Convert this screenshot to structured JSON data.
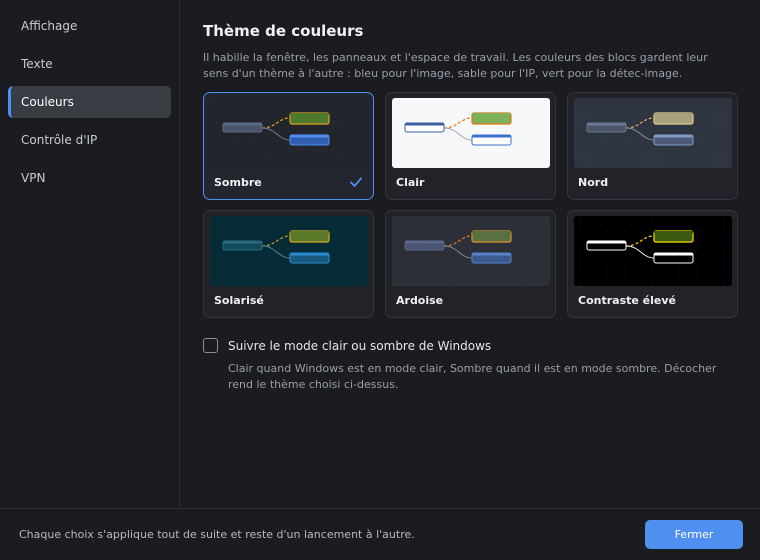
{
  "sidebar": {
    "items": [
      {
        "label": "Affichage"
      },
      {
        "label": "Texte"
      },
      {
        "label": "Couleurs"
      },
      {
        "label": "Contrôle d'IP"
      },
      {
        "label": "VPN"
      }
    ],
    "active_index": 2
  },
  "main": {
    "title": "Thème de couleurs",
    "description": "Il habille la fenêtre, les panneaux et l'espace de travail. Les couleurs des blocs gardent leur sens d'un thème à l'autre : bleu pour l'image, sable pour l'IP, vert pour la détec-image."
  },
  "themes": [
    {
      "label": "Sombre",
      "selected": true,
      "bg": "#23252c",
      "dot": "#2f323a",
      "node": "#4a556b",
      "node_border": "#5b6a85",
      "line": "#7a7f8a",
      "amber": "#e0a020",
      "green_fill": "#4e7a2e",
      "green_border": "#e0a020",
      "blue_fill": "#2f5fae",
      "blue_border": "#4f8ff0"
    },
    {
      "label": "Clair",
      "selected": false,
      "bg": "#f7f8fa",
      "dot": "#e4e6ea",
      "node": "#ffffff",
      "node_border": "#3b5fa0",
      "line": "#9aa0aa",
      "amber": "#e07a10",
      "green_fill": "#7fb05a",
      "green_border": "#e07a10",
      "blue_fill": "#ffffff",
      "blue_border": "#3b6fd0"
    },
    {
      "label": "Nord",
      "selected": false,
      "bg": "#2e3440",
      "dot": "#3b4252",
      "node": "#4c566a",
      "node_border": "#6a7a96",
      "line": "#8a93a4",
      "amber": "#d8b070",
      "green_fill": "#a3a07a",
      "green_border": "#e8c890",
      "blue_fill": "#4c5a78",
      "blue_border": "#7f9cc8"
    },
    {
      "label": "Solarisé",
      "selected": false,
      "bg": "#042b36",
      "dot": "#0a3844",
      "node": "#124a5a",
      "node_border": "#2a6a7a",
      "line": "#6a8a90",
      "amber": "#c9a020",
      "green_fill": "#5a7a2a",
      "green_border": "#d4a820",
      "blue_fill": "#1a5a80",
      "blue_border": "#2a8ad0"
    },
    {
      "label": "Ardoise",
      "selected": false,
      "bg": "#2c2f38",
      "dot": "#373a44",
      "node": "#4a5470",
      "node_border": "#5a6890",
      "line": "#8a8f9a",
      "amber": "#e07a30",
      "green_fill": "#5a7040",
      "green_border": "#e09030",
      "blue_fill": "#3a5a90",
      "blue_border": "#5a80c8"
    },
    {
      "label": "Contraste élevé",
      "selected": false,
      "bg": "#000000",
      "dot": "#1a1a1a",
      "node": "#000000",
      "node_border": "#ffffff",
      "line": "#ffffff",
      "amber": "#ffd000",
      "green_fill": "#3a5a10",
      "green_border": "#ffe000",
      "blue_fill": "#000000",
      "blue_border": "#ffffff"
    }
  ],
  "follow": {
    "label": "Suivre le mode clair ou sombre de Windows",
    "checked": false,
    "help": "Clair quand Windows est en mode clair, Sombre quand il est en mode sombre. Décocher rend le thème choisi ci-dessus."
  },
  "footer": {
    "text": "Chaque choix s'applique tout de suite et reste d'un lancement à l'autre.",
    "close_label": "Fermer"
  },
  "colors": {
    "accent": "#4f8ff0",
    "background": "#1b1c20"
  }
}
